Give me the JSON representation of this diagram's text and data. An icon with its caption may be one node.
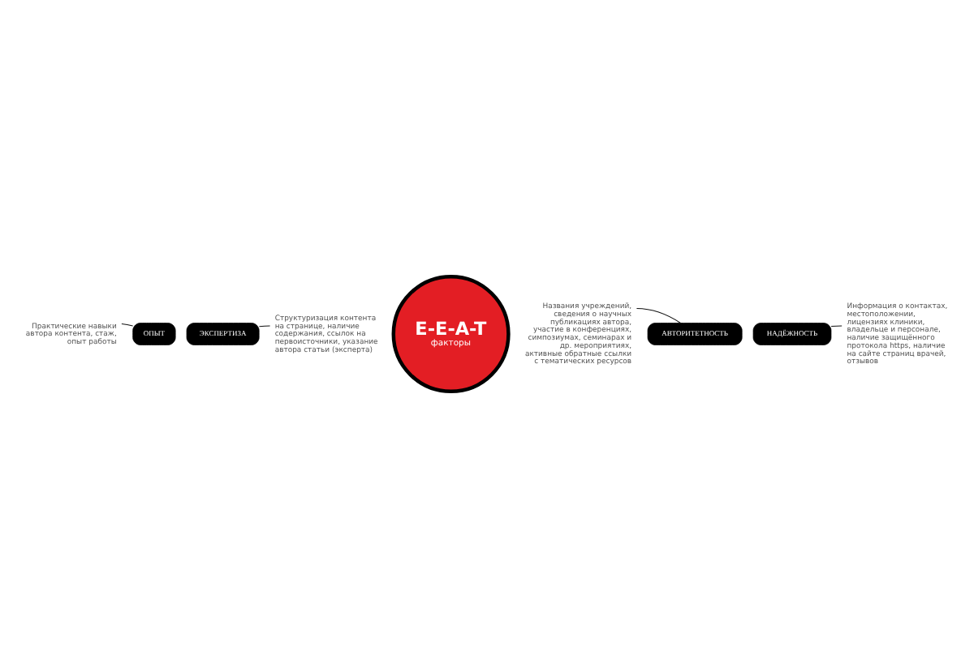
{
  "diagram": {
    "nodes": [
      {
        "text": [
          "Практические навыки автора контента, стаж, опыт работы"
        ]
      },
      {
        "text": [
          "Структуризация контента на странице, наличие содержания, ссылок на первоисточники, указание автора статьи (эксперта)"
        ]
      },
      {
        "text": [
          "ОПЫТ"
        ]
      },
      {
        "text": [
          "ЭКСПЕРТИЗА"
        ]
      },
      {
        "text": [
          "E-E-A-T",
          "факторы"
        ]
      },
      {
        "text": [
          "АВТОРИТЕТНОСТЬ"
        ]
      },
      {
        "text": [
          "НАДЁЖНОСТЬ"
        ]
      },
      {
        "text": [
          "Названия учреждений, сведения о научных публикациях автора, участие в конференциях, симпозиумах, семинарах и др. мероприятиях, активные обратные ссылки с тематических ресурсов"
        ]
      },
      {
        "text": [
          "Информация о контактах, местоположении, лицензиях клиники, владельце и персонале, наличие защищённого протокола https, наличие на сайте страниц врачей, отзывов"
        ]
      }
    ],
    "edges": [
      {
        "from": 2,
        "to": 0,
        "arrow": "none"
      },
      {
        "from": 3,
        "to": 1,
        "arrow": "none"
      },
      {
        "from": 5,
        "to": 7,
        "arrow": "none"
      },
      {
        "from": 6,
        "to": 8,
        "arrow": "none"
      }
    ]
  }
}
